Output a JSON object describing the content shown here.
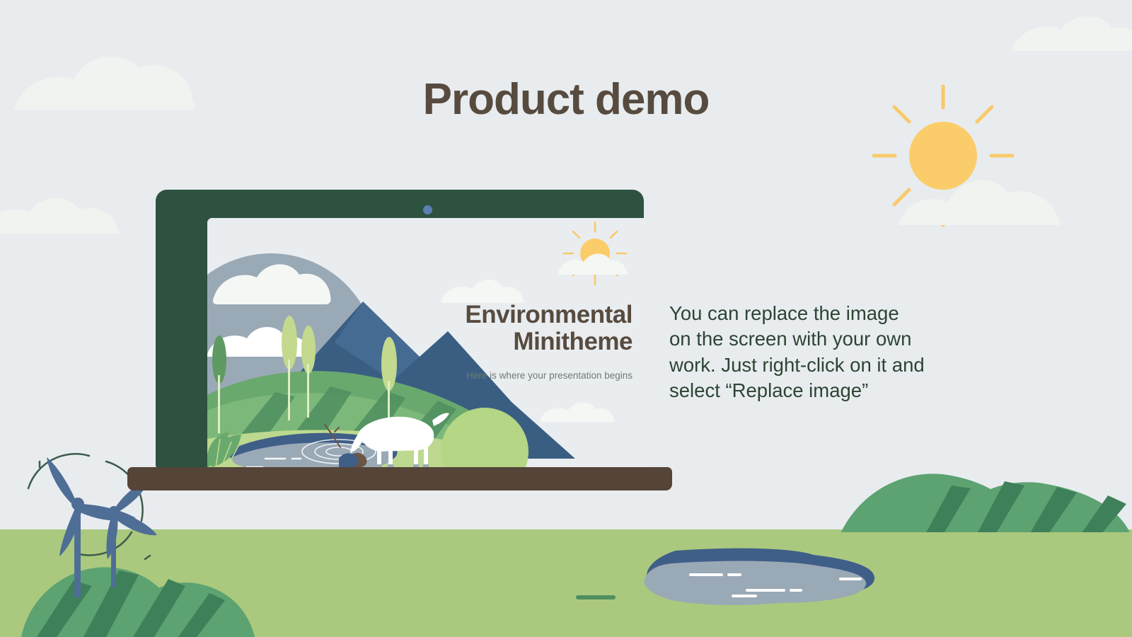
{
  "slide": {
    "title": "Product demo",
    "background_color": "#e8ecef",
    "ground_color": "#aac97e",
    "body_text": "You can replace the image on the screen with your own work. Just right-click on it and select “Replace image”",
    "body_lines": [
      "You can replace the image",
      "on the screen with your own",
      "work. Just right-click on it and",
      "select “Replace image”"
    ],
    "body_color": "#2d4434",
    "title_color": "#574b3f"
  },
  "laptop": {
    "frame_color": "#2d5240",
    "base_color": "#554438",
    "camera_color": "#5b7fb0",
    "screen_background": "#e9edf0",
    "mini_slide": {
      "title_line_1": "Environmental",
      "title_line_2": "Minitheme",
      "subtitle": "Here is where your presentation begins",
      "title_color": "#574b3f",
      "subtitle_color": "#6f7a74"
    }
  },
  "decor": {
    "sun_color": "#fbcd6a",
    "sun_ray_color": "#f9c96a",
    "cloud_color": "#f0f4f0",
    "hill_light": "#5da271",
    "hill_dark": "#3d8059",
    "mountain_color": "#3a5e82",
    "turbine_color": "#4f6e96",
    "pond_water": "#9aa9b6",
    "pond_edge": "#3f5e88",
    "deer_color": "#ffffff",
    "tree_color": "#c2d98e"
  }
}
